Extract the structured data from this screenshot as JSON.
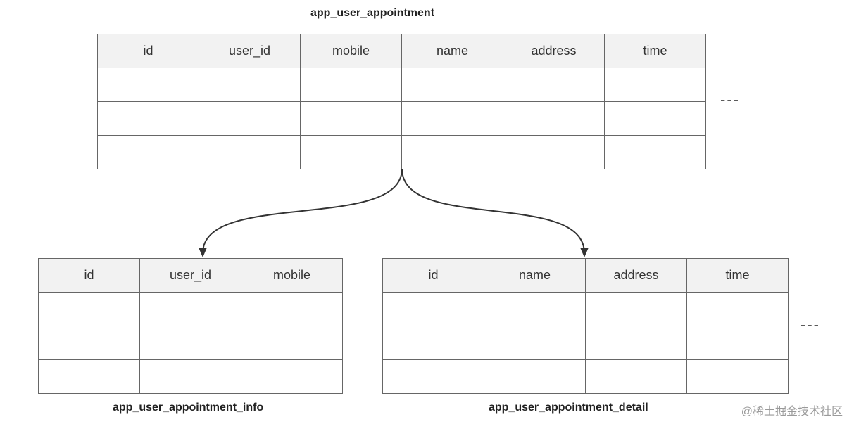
{
  "main_table": {
    "title": "app_user_appointment",
    "columns": [
      "id",
      "user_id",
      "mobile",
      "name",
      "address",
      "time"
    ],
    "empty_rows": 3,
    "continuation": "---"
  },
  "info_table": {
    "title": "app_user_appointment_info",
    "columns": [
      "id",
      "user_id",
      "mobile"
    ],
    "empty_rows": 3
  },
  "detail_table": {
    "title": "app_user_appointment_detail",
    "columns": [
      "id",
      "name",
      "address",
      "time"
    ],
    "empty_rows": 3,
    "continuation": "---"
  },
  "watermark": "@稀土掘金技术社区",
  "colors": {
    "header_fill": "#f2f2f2",
    "border": "#666666",
    "arrow": "#333333"
  }
}
